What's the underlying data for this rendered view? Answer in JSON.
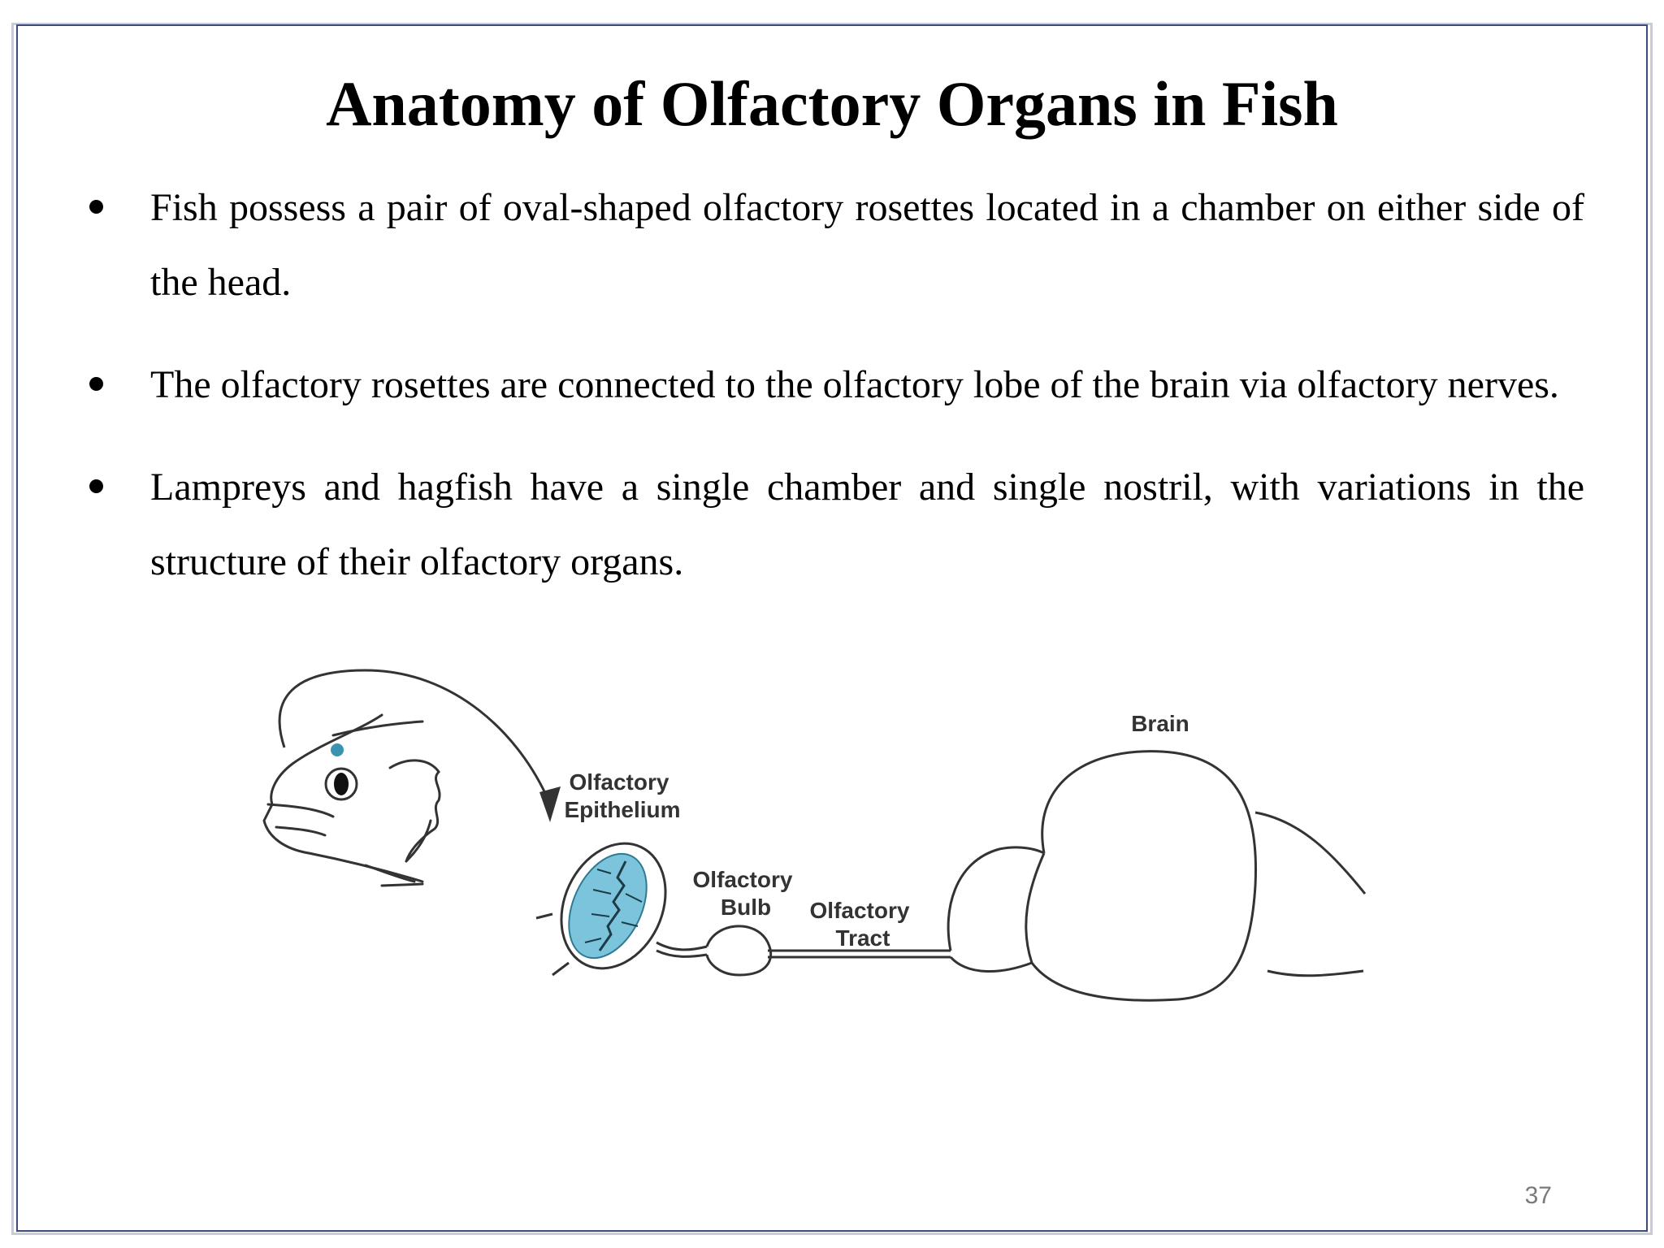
{
  "slide": {
    "title": "Anatomy of Olfactory Organs in Fish",
    "bullets": [
      {
        "text": "Fish possess a pair of oval-shaped olfactory rosettes located in a chamber on either side of the head."
      },
      {
        "text": "The olfactory rosettes are connected to the olfactory lobe of the brain via olfactory nerves."
      },
      {
        "text": "Lampreys and hagfish have a single chamber and single nostril, with variations in the structure of their olfactory organs."
      }
    ],
    "page_number": "37"
  },
  "diagram": {
    "labels": {
      "epithelium_line1": "Olfactory",
      "epithelium_line2": "Epithelium",
      "bulb_line1": "Olfactory",
      "bulb_line2": "Bulb",
      "tract_line1": "Olfactory",
      "tract_line2": "Tract",
      "brain": "Brain"
    },
    "colors": {
      "epithelium_fill": "#7cc4dc",
      "nostril_dot": "#3a93b0",
      "outline": "#333333",
      "frame_border": "#3a4a7a"
    }
  }
}
